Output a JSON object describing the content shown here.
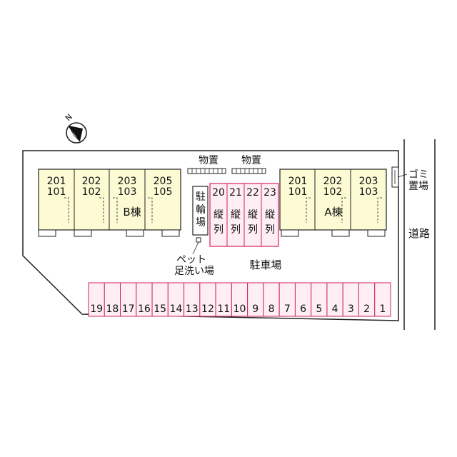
{
  "compass": {
    "north_label": "N"
  },
  "storage": {
    "left": "物置",
    "right": "物置"
  },
  "garbage": {
    "label_line1": "ゴミ",
    "label_line2": "置場"
  },
  "road": {
    "label": "道路"
  },
  "bicycle": {
    "label_line1": "駐",
    "label_line2": "輪",
    "label_line3": "場"
  },
  "pet": {
    "label_line1": "ペット",
    "label_line2": "足洗い場"
  },
  "parking": {
    "label": "駐車場",
    "tandem_spaces": [
      {
        "num": "20",
        "line1": "縦",
        "line2": "列"
      },
      {
        "num": "21",
        "line1": "縦",
        "line2": "列"
      },
      {
        "num": "22",
        "line1": "縦",
        "line2": "列"
      },
      {
        "num": "23",
        "line1": "縦",
        "line2": "列"
      }
    ],
    "row_spaces": [
      "19",
      "18",
      "17",
      "16",
      "15",
      "14",
      "13",
      "12",
      "11",
      "10",
      "9",
      "8",
      "7",
      "6",
      "5",
      "4",
      "3",
      "2",
      "1"
    ]
  },
  "building_b": {
    "label": "B棟",
    "units": [
      {
        "top": "201",
        "bottom": "101"
      },
      {
        "top": "202",
        "bottom": "102"
      },
      {
        "top": "203",
        "bottom": "103"
      },
      {
        "top": "205",
        "bottom": "105"
      }
    ]
  },
  "building_a": {
    "label": "A棟",
    "units": [
      {
        "top": "201",
        "bottom": "101"
      },
      {
        "top": "202",
        "bottom": "102"
      },
      {
        "top": "203",
        "bottom": "103"
      }
    ]
  },
  "colors": {
    "building_fill": "#fdfbd4",
    "parking_fill": "#ffeef3",
    "parking_stroke": "#d1245a",
    "line": "#222222"
  }
}
